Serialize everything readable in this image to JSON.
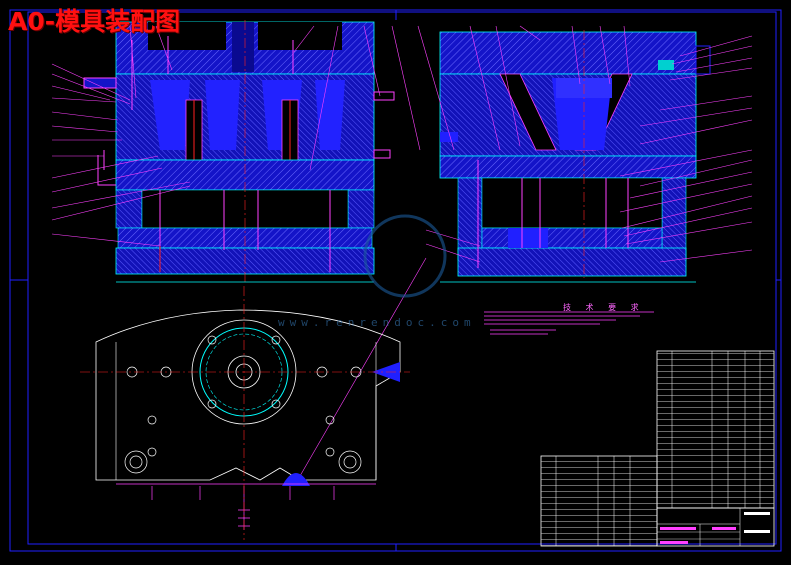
{
  "title": "A0-模具装配图",
  "technical_requirements": {
    "heading": "技 术 要 求"
  },
  "watermark": {
    "text": "www.renrendoc.com"
  },
  "colors": {
    "background": "#000000",
    "frame": "#0000ff",
    "mold_fill": "#1818d0",
    "mold_hatch": "#7f7fff",
    "leader": "#ff40ff",
    "centerline": "#ff2020",
    "cyan": "#00ffff",
    "title_red": "#ff1010",
    "table_line": "#ffffff",
    "watermark": "#3a7fbf"
  }
}
